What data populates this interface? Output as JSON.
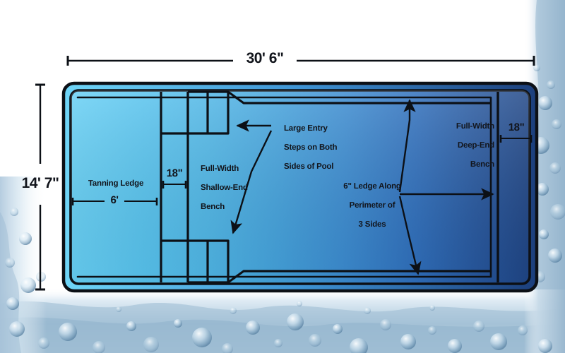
{
  "diagram": {
    "type": "pool-layout-plan",
    "title_present": false
  },
  "dimensions": {
    "overall_length": "30' 6\"",
    "overall_width": "14' 7\"",
    "tanning_ledge_width": "6'",
    "shallow_end_bench_depth": "18\"",
    "deep_end_bench_depth": "18\""
  },
  "labels": {
    "tanning_ledge": "Tanning Ledge",
    "shallow_bench_l1": "Full-Width",
    "shallow_bench_l2": "Shallow-End",
    "shallow_bench_l3": "Bench",
    "entry_steps_l1": "Large Entry",
    "entry_steps_l2": "Steps on Both",
    "entry_steps_l3": "Sides of Pool",
    "deep_bench_l1": "Full-Width",
    "deep_bench_l2": "Deep-End",
    "deep_bench_l3": "Bench",
    "ledge_l1": "6\" Ledge Along",
    "ledge_l2": "Perimeter of",
    "ledge_l3": "3 Sides"
  },
  "colors": {
    "shallow_water": "#5CC8F2",
    "mid_water": "#3E8FD0",
    "deep_water": "#1E4A8C",
    "outline": "#0c1016",
    "label_text": "#12151c",
    "background": "#ffffff",
    "splash": "#b8cfe0"
  },
  "features": [
    {
      "name": "tanning-ledge",
      "label": "Tanning Ledge",
      "dimension": "6'"
    },
    {
      "name": "shallow-end-bench",
      "label": "Full-Width Shallow-End Bench",
      "dimension": "18\""
    },
    {
      "name": "entry-steps",
      "label": "Large Entry Steps on Both Sides of Pool",
      "count": 2
    },
    {
      "name": "perimeter-ledge",
      "label": "6\" Ledge Along Perimeter of 3 Sides",
      "dimension": "6\""
    },
    {
      "name": "deep-end-bench",
      "label": "Full-Width Deep-End Bench",
      "dimension": "18\""
    }
  ]
}
